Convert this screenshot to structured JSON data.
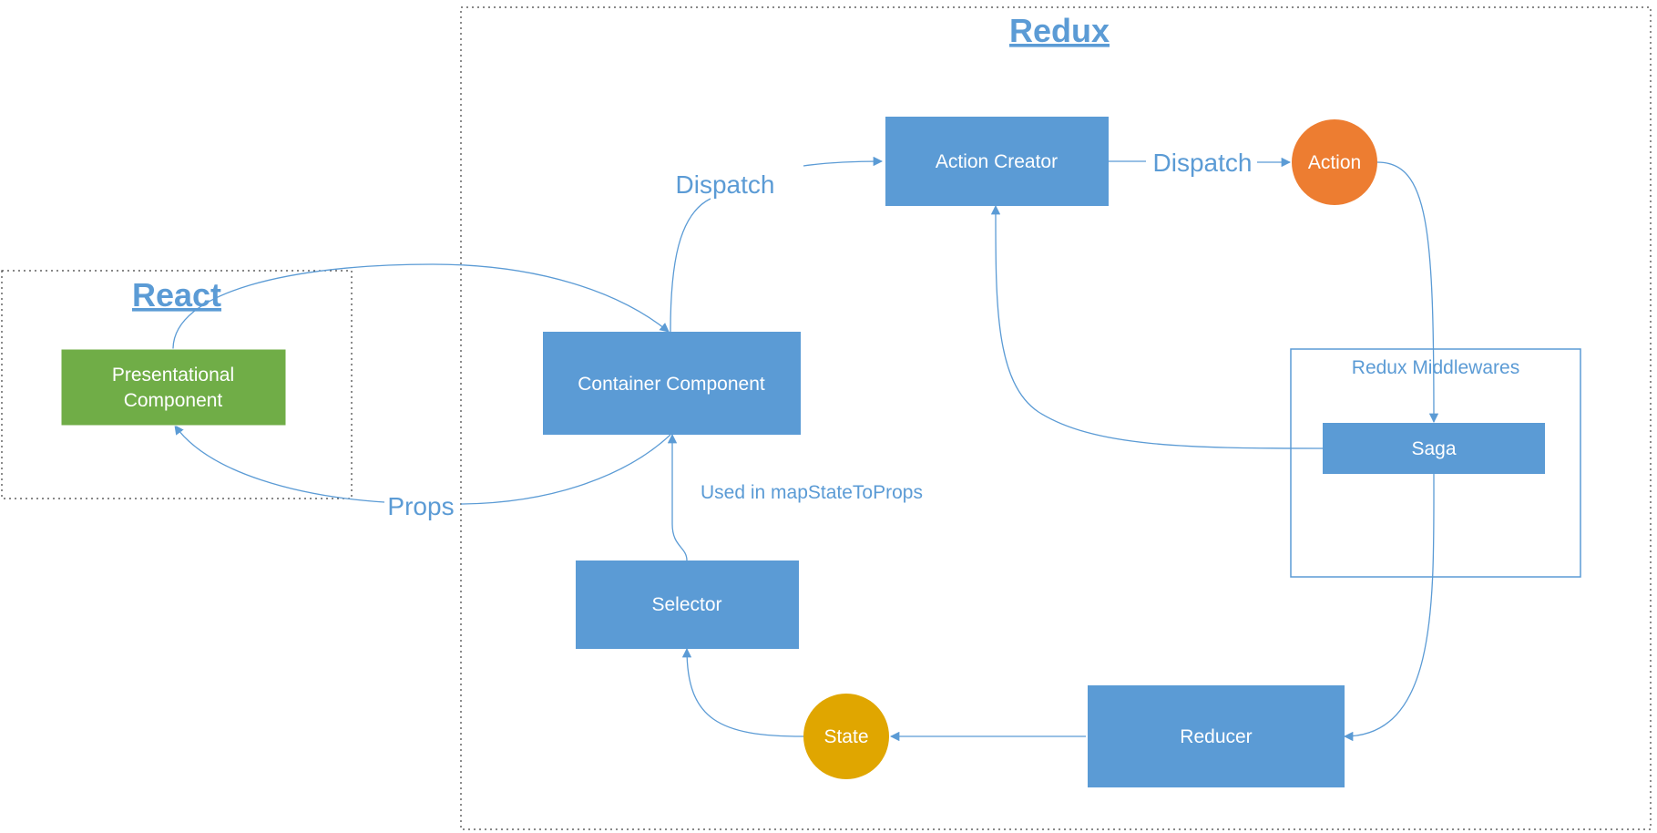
{
  "regions": {
    "redux_title": "Redux",
    "react_title": "React",
    "middlewares_title": "Redux Middlewares"
  },
  "nodes": {
    "presentational_line1": "Presentational",
    "presentational_line2": "Component",
    "container": "Container Component",
    "action_creator": "Action Creator",
    "action": "Action",
    "saga": "Saga",
    "selector": "Selector",
    "state": "State",
    "reducer": "Reducer"
  },
  "edges": {
    "dispatch_to_creator": "Dispatch",
    "dispatch_to_action": "Dispatch",
    "props": "Props",
    "map_state": "Used in mapStateToProps"
  },
  "colors": {
    "box_blue": "#5b9bd5",
    "box_green": "#70ad47",
    "action_orange": "#ed7d31",
    "state_gold": "#e0a600",
    "line_blue": "#5b9bd5",
    "dotted_border": "#404040"
  }
}
